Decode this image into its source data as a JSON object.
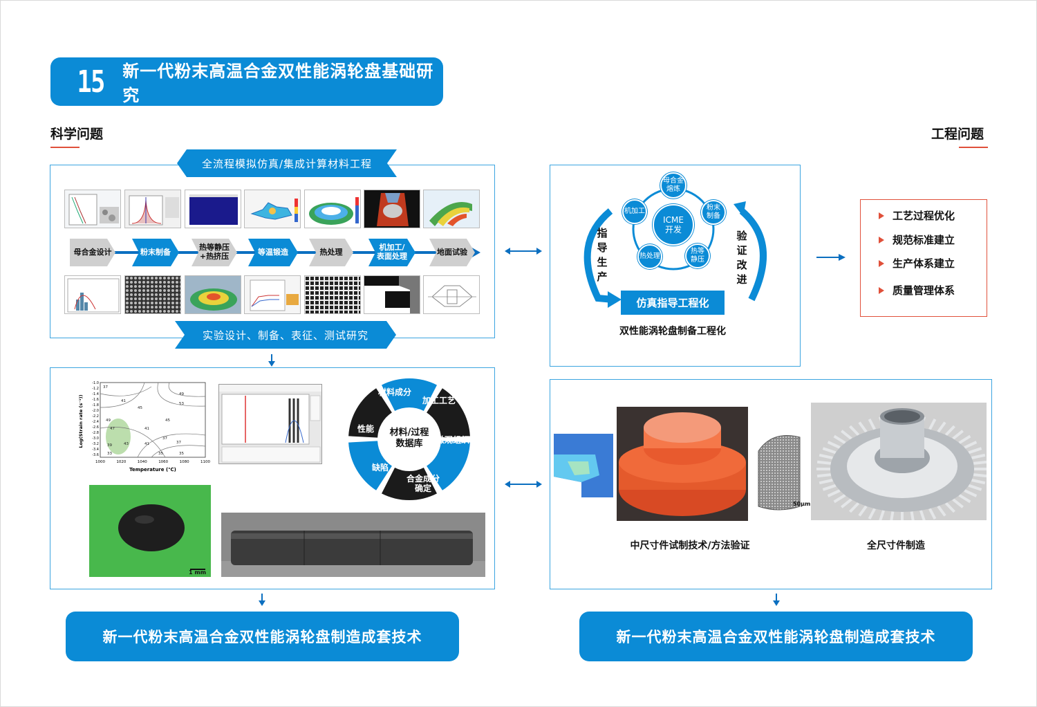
{
  "title": {
    "number": "15",
    "text": "新一代粉末高温合金双性能涡轮盘基础研究"
  },
  "sections": {
    "science": "科学问题",
    "engineering": "工程问题"
  },
  "left_top": {
    "ribbon_top": "全流程模拟仿真/集成计算材料工程",
    "ribbon_bottom": "实验设计、制备、表征、测试研究",
    "chain": [
      "母合金设计",
      "粉末制备",
      "热等静压\n+热挤压",
      "等温锻造",
      "热处理",
      "机加工/\n表面处理",
      "地面试验"
    ]
  },
  "icme": {
    "center": "ICME\n开发",
    "nodes": [
      "母合金\n熔炼",
      "粉末\n制备",
      "热等\n静压",
      "热处理",
      "机加工"
    ],
    "left_vertical": "指导生产",
    "right_vertical": "验证改进",
    "button": "仿真指导工程化",
    "caption": "双性能涡轮盘制备工程化"
  },
  "outcomes": [
    "工艺过程优化",
    "规范标准建立",
    "生产体系建立",
    "质量管理体系"
  ],
  "wheel": {
    "center": "材料/过程\n数据库",
    "segments": [
      "材料成分",
      "加工工艺",
      "微观组织",
      "合金成分\n确定",
      "缺陷",
      "性能"
    ]
  },
  "contour_chart": {
    "xlabel": "Temperature (℃)",
    "ylabel": "Log(Strain rate (s⁻¹))",
    "xticks": [
      "1000",
      "1020",
      "1040",
      "1060",
      "1080",
      "1100"
    ],
    "yticks": [
      "-1.0",
      "-1.2",
      "-1.4",
      "-1.6",
      "-1.8",
      "-2.0",
      "-2.2",
      "-2.4",
      "-2.6",
      "-2.8",
      "-3.0",
      "-3.2",
      "-3.4",
      "-3.6"
    ],
    "contour_labels": [
      "37",
      "41",
      "45",
      "49",
      "53",
      "45",
      "41",
      "37",
      "35",
      "47",
      "43",
      "39",
      "33",
      "49",
      "41",
      "37",
      "35"
    ]
  },
  "right_captions": {
    "left": "中尺寸件试制技术/方法验证",
    "right": "全尺寸件制造"
  },
  "scale_labels": {
    "sem": "50μm",
    "ball": "1 mm"
  },
  "bottom_banners": {
    "left": "新一代粉末高温合金双性能涡轮盘制造成套技术",
    "right": "新一代粉末高温合金双性能涡轮盘制造成套技术"
  },
  "colors": {
    "primary": "#0b8bd6",
    "accent": "#e0503a",
    "panel_border": "#3aa4e0",
    "wheel_dark": "#1b1b1b"
  }
}
